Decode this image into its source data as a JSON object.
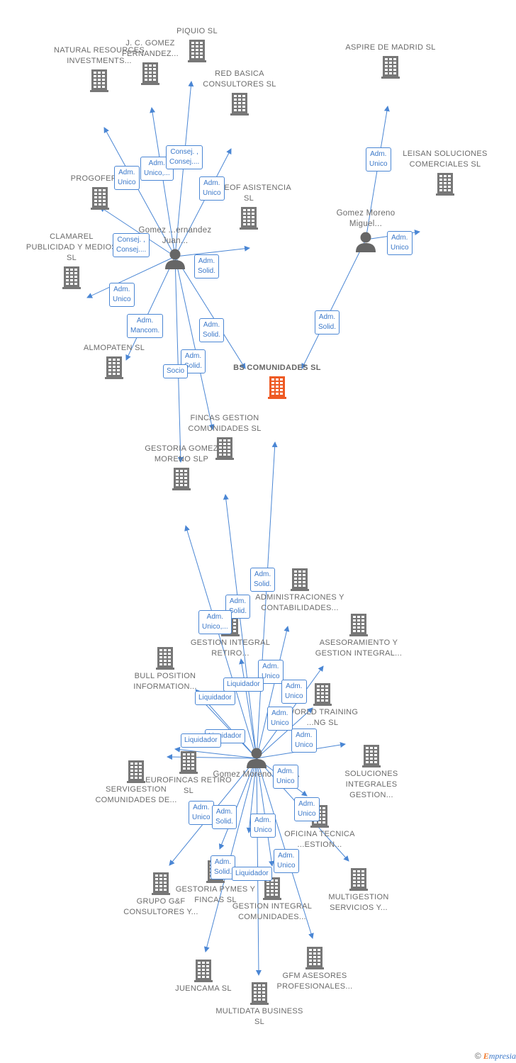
{
  "colors": {
    "edge": "#4a86d4",
    "building": "#777777",
    "focus": "#ee5a24",
    "person": "#666666",
    "text": "#6b6b6b"
  },
  "nodes": [
    {
      "id": "natural",
      "label": "NATURAL RESOURCES INVESTMENTS...",
      "kind": "company"
    },
    {
      "id": "jc",
      "label": "J. C. GOMEZ FERNANDEZ...",
      "kind": "company"
    },
    {
      "id": "piquio",
      "label": "PIQUIO SL",
      "kind": "company"
    },
    {
      "id": "red",
      "label": "RED BASICA CONSULTORES SL",
      "kind": "company"
    },
    {
      "id": "aspire",
      "label": "ASPIRE DE MADRID SL",
      "kind": "company"
    },
    {
      "id": "leisan",
      "label": "LEISAN SOLUCIONES COMERCIALES SL",
      "kind": "company"
    },
    {
      "id": "progofer",
      "label": "PROGOFER SL",
      "kind": "company"
    },
    {
      "id": "madeof",
      "label": "MADEOF ASISTENCIA SL",
      "kind": "company"
    },
    {
      "id": "clamarel",
      "label": "CLAMAREL PUBLICIDAD Y MEDIOS SL",
      "kind": "company"
    },
    {
      "id": "almopaten",
      "label": "ALMOPATEN SL",
      "kind": "company"
    },
    {
      "id": "bs",
      "label": "BS COMUNIDADES SL",
      "kind": "focus"
    },
    {
      "id": "fincas",
      "label": "FINCAS GESTION COMUNIDADES SL",
      "kind": "company"
    },
    {
      "id": "gestoria_gomez",
      "label": "GESTORIA GOMEZ MORENO SLP",
      "kind": "company"
    },
    {
      "id": "administraciones",
      "label": "ADMINISTRACIONES Y CONTABILIDADES...",
      "kind": "company"
    },
    {
      "id": "gestion_retiro",
      "label": "GESTION INTEGRAL RETIRO...",
      "kind": "company"
    },
    {
      "id": "asesoramiento",
      "label": "ASESORAMIENTO Y GESTION INTEGRAL...",
      "kind": "company"
    },
    {
      "id": "bull",
      "label": "BULL POSITION INFORMATION...",
      "kind": "company"
    },
    {
      "id": "world",
      "label": "WORLD TRAINING ...NG SL",
      "kind": "company"
    },
    {
      "id": "soluciones",
      "label": "SOLUCIONES INTEGRALES GESTION...",
      "kind": "company"
    },
    {
      "id": "servigestion",
      "label": "SERVIGESTION COMUNIDADES DE...",
      "kind": "company"
    },
    {
      "id": "eurofincas",
      "label": "EUROFINCAS RETIRO SL",
      "kind": "company"
    },
    {
      "id": "oficina",
      "label": "OFICINA TECNICA ...ESTION...",
      "kind": "company"
    },
    {
      "id": "multigestion",
      "label": "MULTIGESTION SERVICIOS Y...",
      "kind": "company"
    },
    {
      "id": "grupo",
      "label": "GRUPO G&F CONSULTORES Y...",
      "kind": "company"
    },
    {
      "id": "gestoria_pymes",
      "label": "GESTORIA PYMES Y FINCAS SL",
      "kind": "company"
    },
    {
      "id": "gestion_comunidades",
      "label": "GESTION INTEGRAL COMUNIDADES...",
      "kind": "company"
    },
    {
      "id": "juencama",
      "label": "JUENCAMA SL",
      "kind": "company"
    },
    {
      "id": "gfm",
      "label": "GFM ASESORES PROFESIONALES...",
      "kind": "company"
    },
    {
      "id": "multidata",
      "label": "MULTIDATA BUSINESS SL",
      "kind": "company"
    },
    {
      "id": "p1",
      "label": "Gomez ...ernandez Juan...",
      "kind": "person"
    },
    {
      "id": "p2",
      "label": "Gomez Moreno Miguel...",
      "kind": "person"
    },
    {
      "id": "p3",
      "label": "Gomez Moreno Juan...",
      "kind": "person"
    }
  ],
  "edges": [
    {
      "id": "e1",
      "from": "p1",
      "to": "natural",
      "label": "Adm. Unico"
    },
    {
      "id": "e2",
      "from": "p1",
      "to": "jc",
      "label": "Adm. Unico,..."
    },
    {
      "id": "e3",
      "from": "p1",
      "to": "piquio",
      "label": "Consej. , Consej...."
    },
    {
      "id": "e4",
      "from": "p1",
      "to": "red",
      "label": "Adm. Unico"
    },
    {
      "id": "e5",
      "from": "p1",
      "to": "progofer",
      "label": "Consej. , Consej...."
    },
    {
      "id": "e6",
      "from": "p1",
      "to": "madeof",
      "label": "Adm. Solid."
    },
    {
      "id": "e7",
      "from": "p1",
      "to": "clamarel",
      "label": "Adm. Unico"
    },
    {
      "id": "e8",
      "from": "p1",
      "to": "almopaten",
      "label": "Adm. Mancom."
    },
    {
      "id": "e9",
      "from": "p1",
      "to": "bs",
      "label": "Adm. Solid."
    },
    {
      "id": "e10",
      "from": "p1",
      "to": "fincas",
      "label": "Adm. Solid."
    },
    {
      "id": "e11",
      "from": "p1",
      "to": "gestoria_gomez",
      "label": "Socio"
    },
    {
      "id": "e12",
      "from": "p2",
      "to": "aspire",
      "label": "Adm. Unico"
    },
    {
      "id": "e13",
      "from": "p2",
      "to": "leisan",
      "label": "Adm. Unico"
    },
    {
      "id": "e14",
      "from": "p2",
      "to": "bs",
      "label": "Adm. Solid."
    },
    {
      "id": "e15",
      "from": "p3",
      "to": "bs",
      "label": "Adm. Solid."
    },
    {
      "id": "e16",
      "from": "p3",
      "to": "fincas",
      "label": "Adm. Solid."
    },
    {
      "id": "e17",
      "from": "p3",
      "to": "gestoria_gomez",
      "label": "Adm. Unico,..."
    },
    {
      "id": "e18",
      "from": "p3",
      "to": "gestion_retiro",
      "label": ""
    },
    {
      "id": "e19",
      "from": "p3",
      "to": "administraciones",
      "label": "Adm. Unico"
    },
    {
      "id": "e20",
      "from": "p3",
      "to": "bull",
      "label": "Liquidador"
    },
    {
      "id": "e21",
      "from": "p3",
      "to": "bull",
      "label": "Liquidador"
    },
    {
      "id": "e22",
      "from": "p3",
      "to": "asesoramiento",
      "label": "Adm. Unico"
    },
    {
      "id": "e23",
      "from": "p3",
      "to": "world",
      "label": "Adm. Unico"
    },
    {
      "id": "e24",
      "from": "p3",
      "to": "soluciones",
      "label": "Adm. Unico"
    },
    {
      "id": "e25",
      "from": "p3",
      "to": "servigestion",
      "label": "Liquidador"
    },
    {
      "id": "e26",
      "from": "p3",
      "to": "eurofincas",
      "label": "Liquidador"
    },
    {
      "id": "e27",
      "from": "p3",
      "to": "oficina",
      "label": "Adm. Unico"
    },
    {
      "id": "e28",
      "from": "p3",
      "to": "multigestion",
      "label": "Adm. Unico"
    },
    {
      "id": "e29",
      "from": "p3",
      "to": "grupo",
      "label": "Adm. Unico"
    },
    {
      "id": "e30",
      "from": "p3",
      "to": "gestoria_pymes",
      "label": "Adm. Solid."
    },
    {
      "id": "e31",
      "from": "p3",
      "to": "gestion_comunidades",
      "label": "Adm. Unico"
    },
    {
      "id": "e32",
      "from": "p3",
      "to": "juencama",
      "label": "Adm. Solid."
    },
    {
      "id": "e33",
      "from": "p3",
      "to": "gestion_comunidades",
      "label": "Liquidador"
    },
    {
      "id": "e34",
      "from": "p3",
      "to": "gfm",
      "label": "Adm. Unico"
    },
    {
      "id": "e35",
      "from": "p3",
      "to": "multidata",
      "label": ""
    }
  ],
  "footer": {
    "copyright": "©",
    "brand_initial": "E",
    "brand_rest": "mpresia"
  }
}
